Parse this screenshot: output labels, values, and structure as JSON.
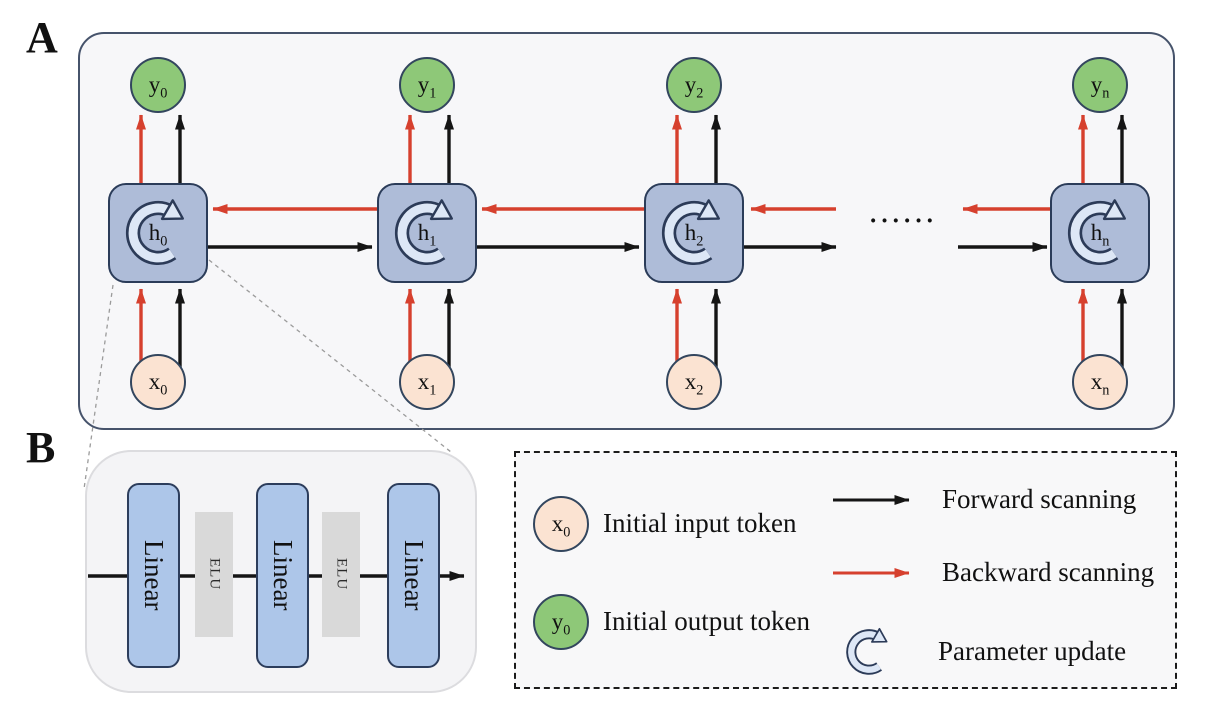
{
  "panel_a": {
    "label": "A",
    "ellipsis": "······",
    "units": [
      {
        "output": {
          "base": "y",
          "sub": "0"
        },
        "hidden": {
          "base": "h",
          "sub": "0"
        },
        "input": {
          "base": "x",
          "sub": "0"
        }
      },
      {
        "output": {
          "base": "y",
          "sub": "1"
        },
        "hidden": {
          "base": "h",
          "sub": "1"
        },
        "input": {
          "base": "x",
          "sub": "1"
        }
      },
      {
        "output": {
          "base": "y",
          "sub": "2"
        },
        "hidden": {
          "base": "h",
          "sub": "2"
        },
        "input": {
          "base": "x",
          "sub": "2"
        }
      },
      {
        "output": {
          "base": "y",
          "sub": "n"
        },
        "hidden": {
          "base": "h",
          "sub": "n"
        },
        "input": {
          "base": "x",
          "sub": "n"
        }
      }
    ]
  },
  "panel_b": {
    "label": "B",
    "layers": [
      {
        "type": "linear",
        "label": "Linear"
      },
      {
        "type": "elu",
        "label": "ELU"
      },
      {
        "type": "linear",
        "label": "Linear"
      },
      {
        "type": "elu",
        "label": "ELU"
      },
      {
        "type": "linear",
        "label": "Linear"
      }
    ]
  },
  "legend": {
    "input_symbol": {
      "base": "x",
      "sub": "0"
    },
    "output_symbol": {
      "base": "y",
      "sub": "0"
    },
    "items": {
      "initial_input": "Initial input token",
      "initial_output": "Initial output token",
      "forward": "Forward scanning",
      "backward": "Backward scanning",
      "parameter_update": "Parameter update"
    }
  },
  "colors": {
    "forward_arrow": "#151515",
    "backward_arrow": "#d6402e",
    "hidden_block_fill": "#aebcd8",
    "hidden_block_border": "#2b3c59",
    "node_border": "#33465e",
    "input_fill": "#fbe3d2",
    "output_fill": "#8ec878",
    "linear_fill": "#adc6e9",
    "linear_border": "#2c3d5c",
    "elu_fill": "#d9d9d9",
    "refresh_fill": "#dde7f6",
    "refresh_stroke": "#2c3b58"
  }
}
